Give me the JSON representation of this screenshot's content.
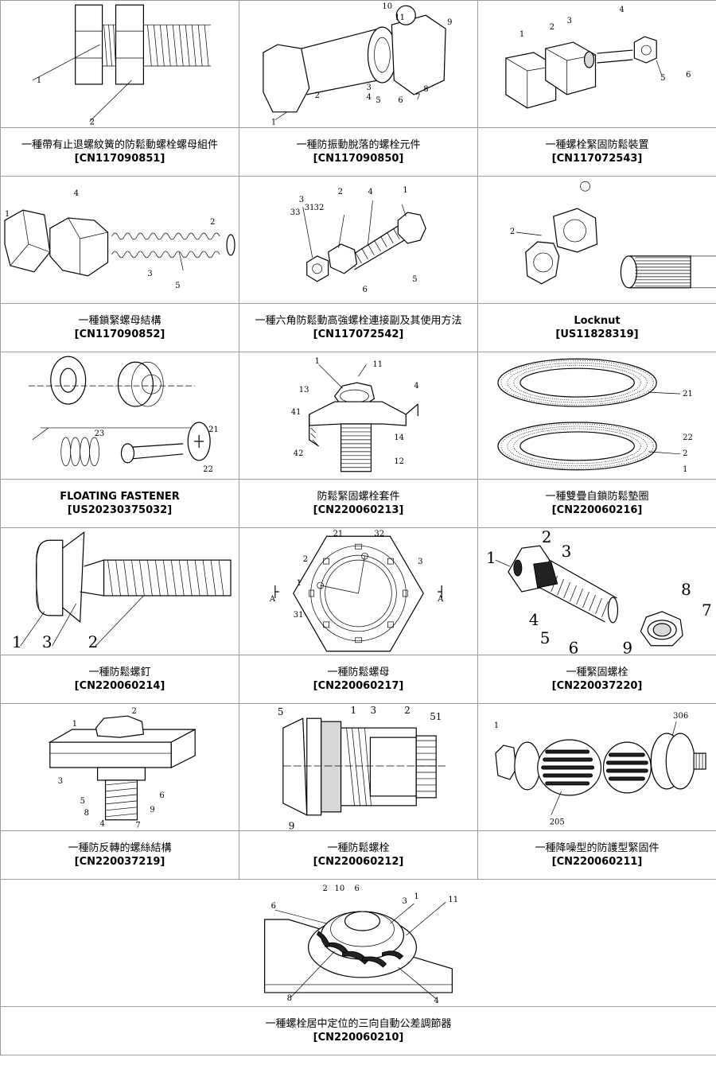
{
  "items": [
    {
      "title": "一種帶有止退螺紋簧的防鬆動螺栓螺母組件",
      "code": "[CN117090851]",
      "labels": [
        "1",
        "2"
      ]
    },
    {
      "title": "一種防振動脫落的螺栓元件",
      "code": "[CN117090850]",
      "labels": [
        "1",
        "2",
        "3",
        "4",
        "5",
        "6",
        "7",
        "8",
        "9",
        "10",
        "11"
      ]
    },
    {
      "title": "一種螺栓緊固防鬆裝置",
      "code": "[CN117072543]",
      "labels": [
        "1",
        "2",
        "3",
        "4",
        "5",
        "6"
      ]
    },
    {
      "title": "一種鎖緊螺母結構",
      "code": "[CN117090852]",
      "labels": [
        "1",
        "2",
        "3",
        "4",
        "5"
      ]
    },
    {
      "title": "一種六角防鬆動高強螺栓連接副及其使用方法",
      "code": "[CN117072542]",
      "labels": [
        "1",
        "2",
        "3",
        "4",
        "5",
        "6",
        "31",
        "32",
        "33"
      ]
    },
    {
      "title": "Locknut",
      "code": "[US11828319]",
      "labels": [
        "2"
      ]
    },
    {
      "title": "FLOATING FASTENER",
      "code": "[US20230375032]",
      "labels": [
        "21",
        "22",
        "23"
      ]
    },
    {
      "title": "防鬆緊固螺栓套件",
      "code": "[CN220060213]",
      "labels": [
        "1",
        "4",
        "11",
        "12",
        "13",
        "14",
        "41",
        "42"
      ]
    },
    {
      "title": "一種雙疊自鎖防鬆墊圈",
      "code": "[CN220060216]",
      "labels": [
        "1",
        "2",
        "21",
        "22"
      ]
    },
    {
      "title": "一種防鬆螺釘",
      "code": "[CN220060214]",
      "labels": [
        "1",
        "2",
        "3"
      ]
    },
    {
      "title": "一種防鬆螺母",
      "code": "[CN220060217]",
      "labels": [
        "1",
        "2",
        "3",
        "21",
        "31",
        "32",
        "A"
      ]
    },
    {
      "title": "一種緊固螺栓",
      "code": "[CN220037220]",
      "labels": [
        "1",
        "2",
        "3",
        "4",
        "5",
        "6",
        "7",
        "8",
        "9"
      ]
    },
    {
      "title": "一種防反轉的螺絲結構",
      "code": "[CN220037219]",
      "labels": [
        "1",
        "2",
        "3",
        "4",
        "5",
        "6",
        "7",
        "8",
        "9"
      ]
    },
    {
      "title": "一種防鬆螺栓",
      "code": "[CN220060212]",
      "labels": [
        "1",
        "2",
        "3",
        "5",
        "9",
        "51"
      ]
    },
    {
      "title": "一種降噪型的防護型緊固件",
      "code": "[CN220060211]",
      "labels": [
        "1",
        "205",
        "306"
      ]
    },
    {
      "title": "一種螺栓居中定位的三向自動公差調節器",
      "code": "[CN220060210]",
      "labels": [
        "1",
        "2",
        "3",
        "4",
        "6",
        "8",
        "10",
        "11"
      ]
    }
  ]
}
